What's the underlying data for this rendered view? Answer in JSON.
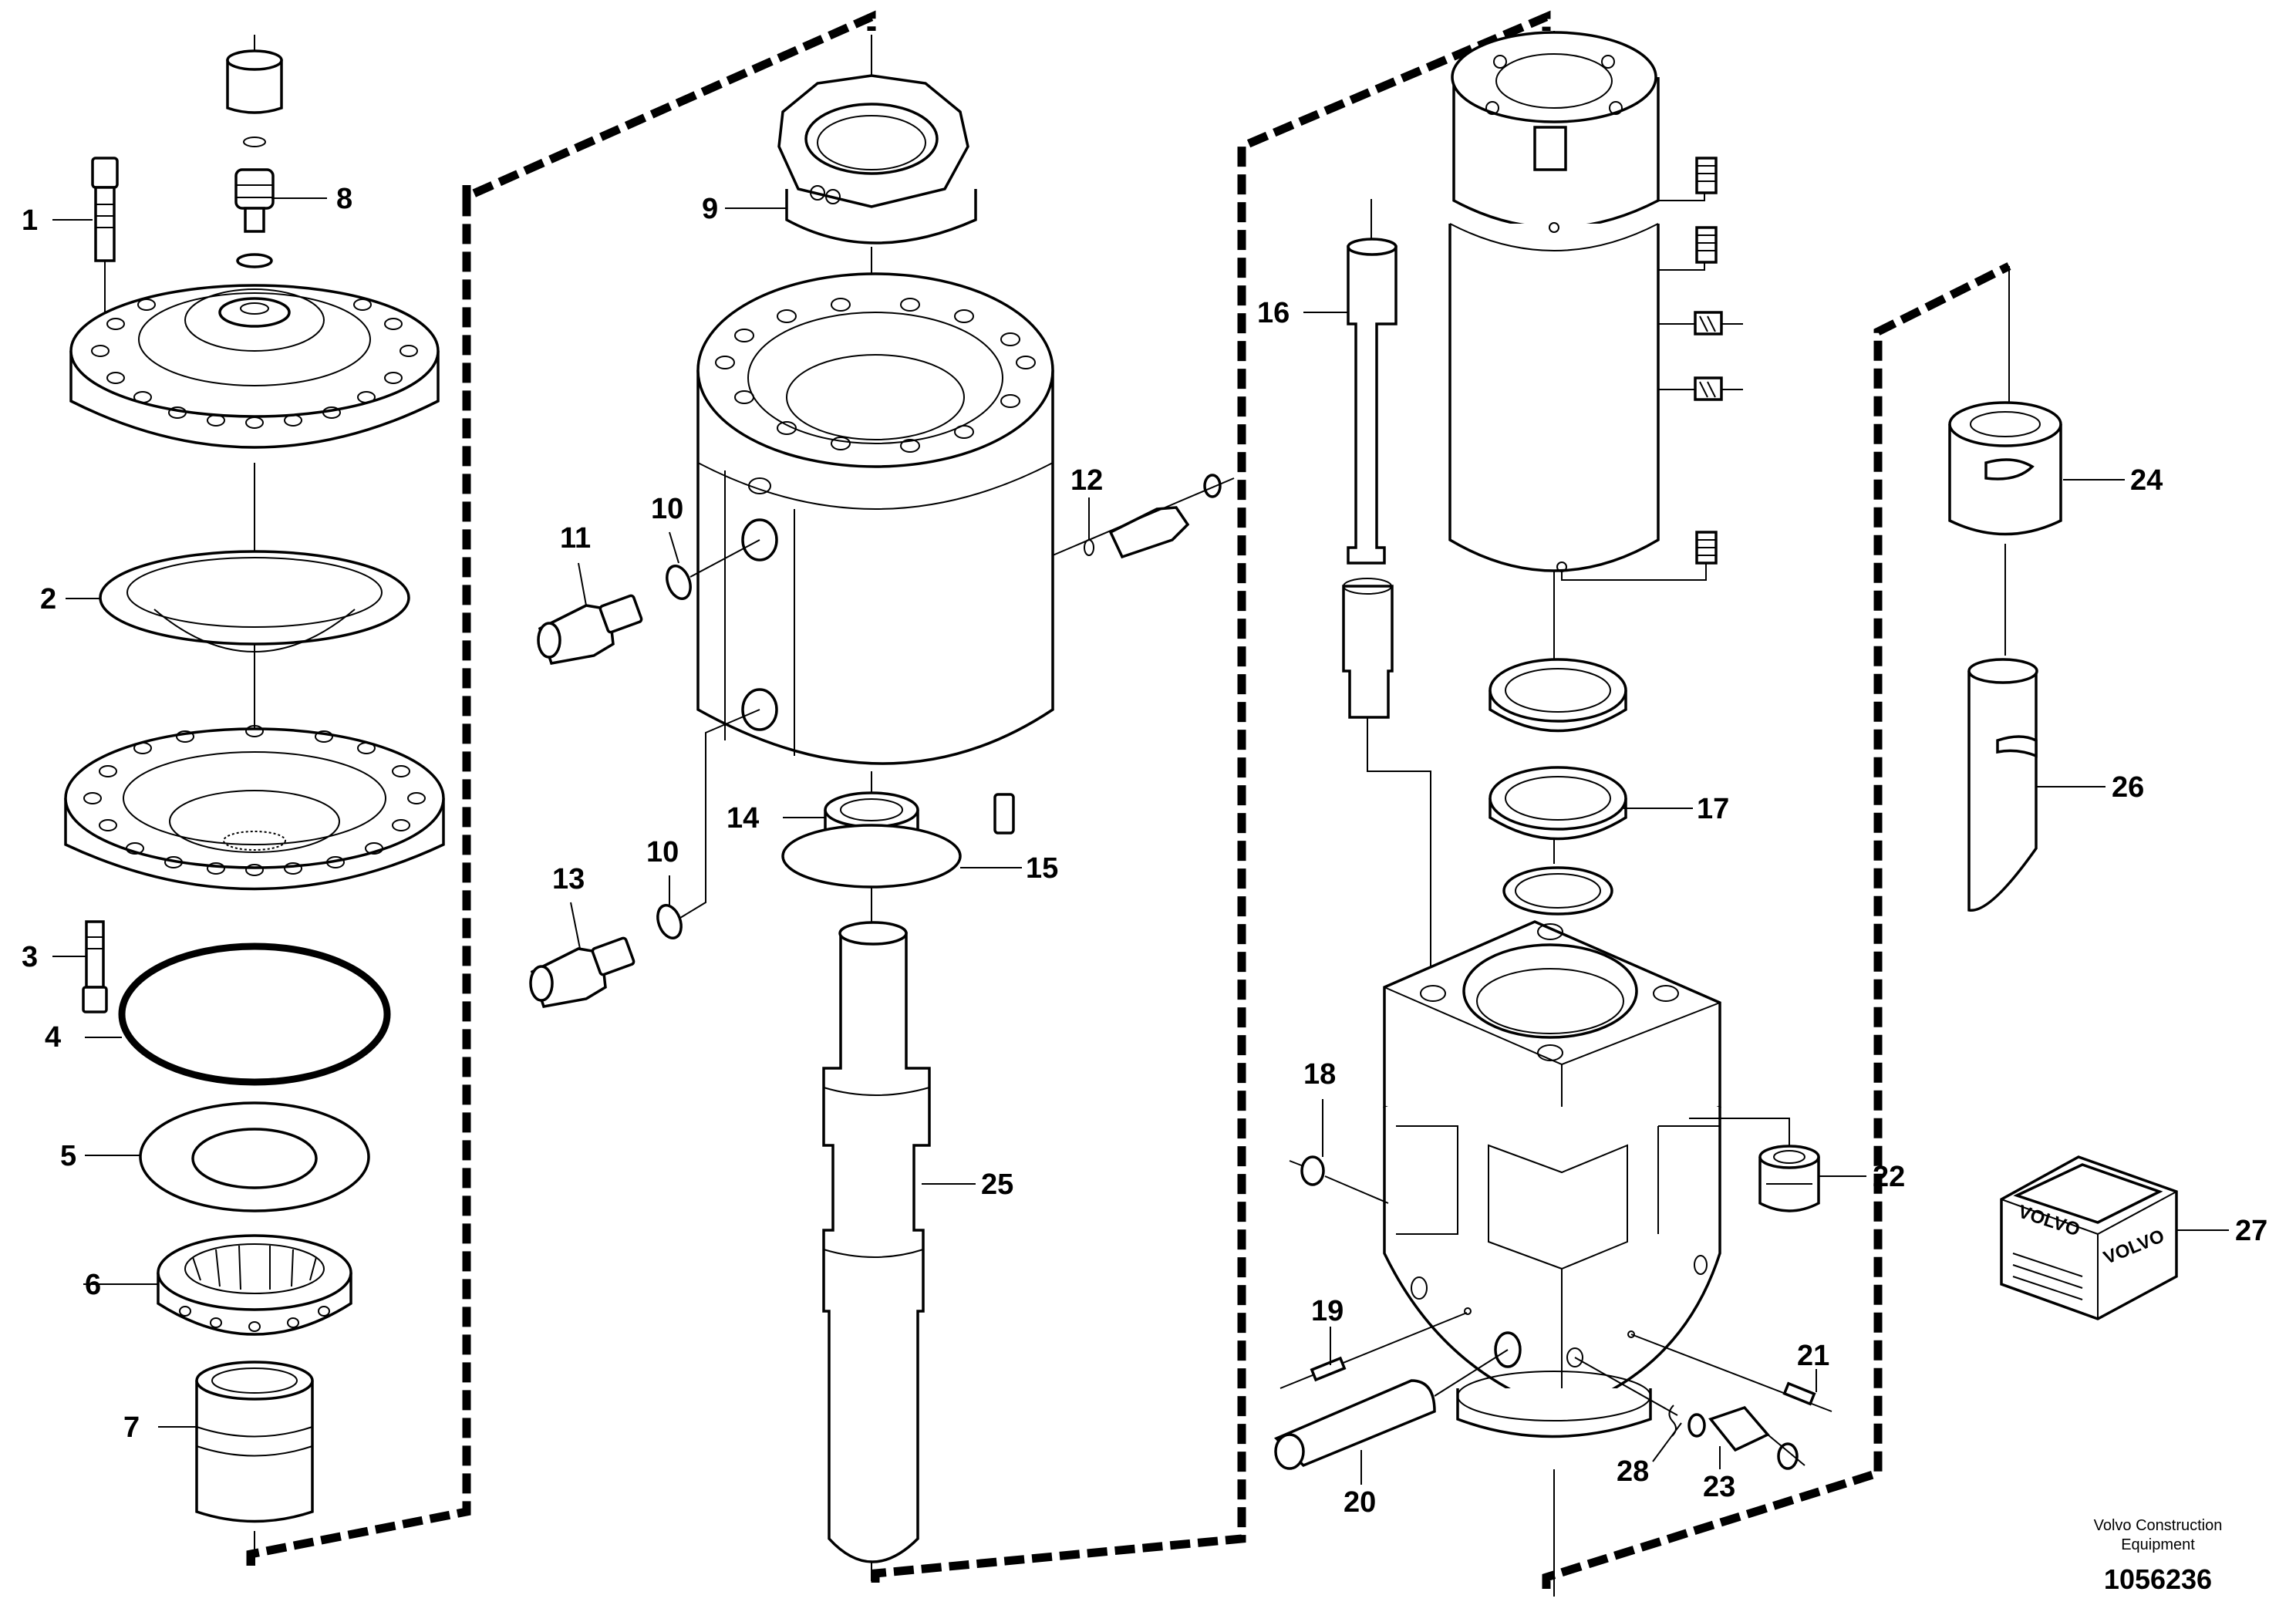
{
  "callouts": [
    "1",
    "2",
    "3",
    "4",
    "5",
    "6",
    "7",
    "8",
    "9",
    "10",
    "10",
    "11",
    "12",
    "13",
    "14",
    "15",
    "16",
    "17",
    "18",
    "19",
    "20",
    "21",
    "22",
    "23",
    "24",
    "25",
    "26",
    "27",
    "28"
  ],
  "logo_text": "VOLVO",
  "footer": {
    "company_line1": "Volvo Construction",
    "company_line2": "Equipment",
    "drawing_number": "1056236"
  }
}
